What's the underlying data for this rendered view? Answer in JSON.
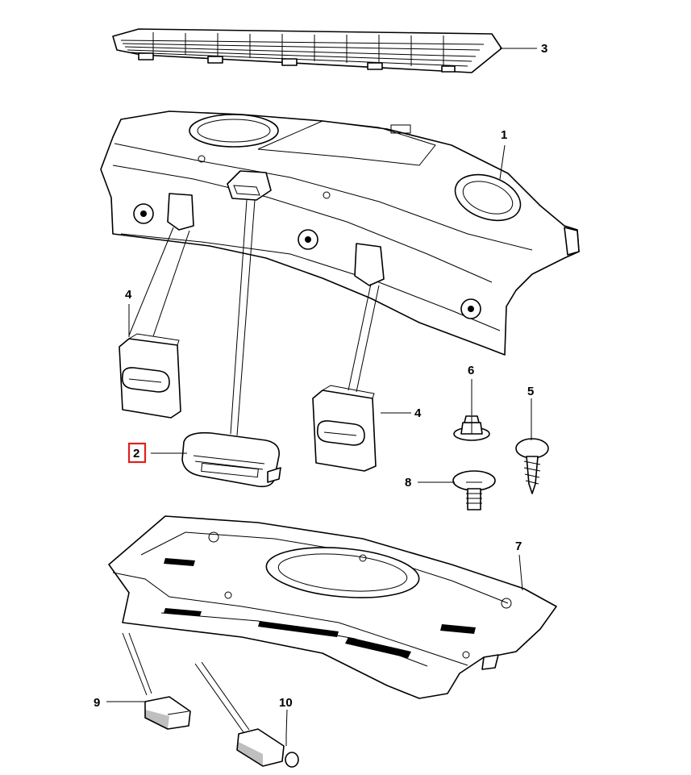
{
  "diagram": {
    "selected_callout": "2",
    "accent_color": "#e0201e",
    "callouts": {
      "c1": "1",
      "c2": "2",
      "c3": "3",
      "c4a": "4",
      "c4b": "4",
      "c5": "5",
      "c6": "6",
      "c7": "7",
      "c8": "8",
      "c9": "9",
      "c10": "10"
    }
  }
}
